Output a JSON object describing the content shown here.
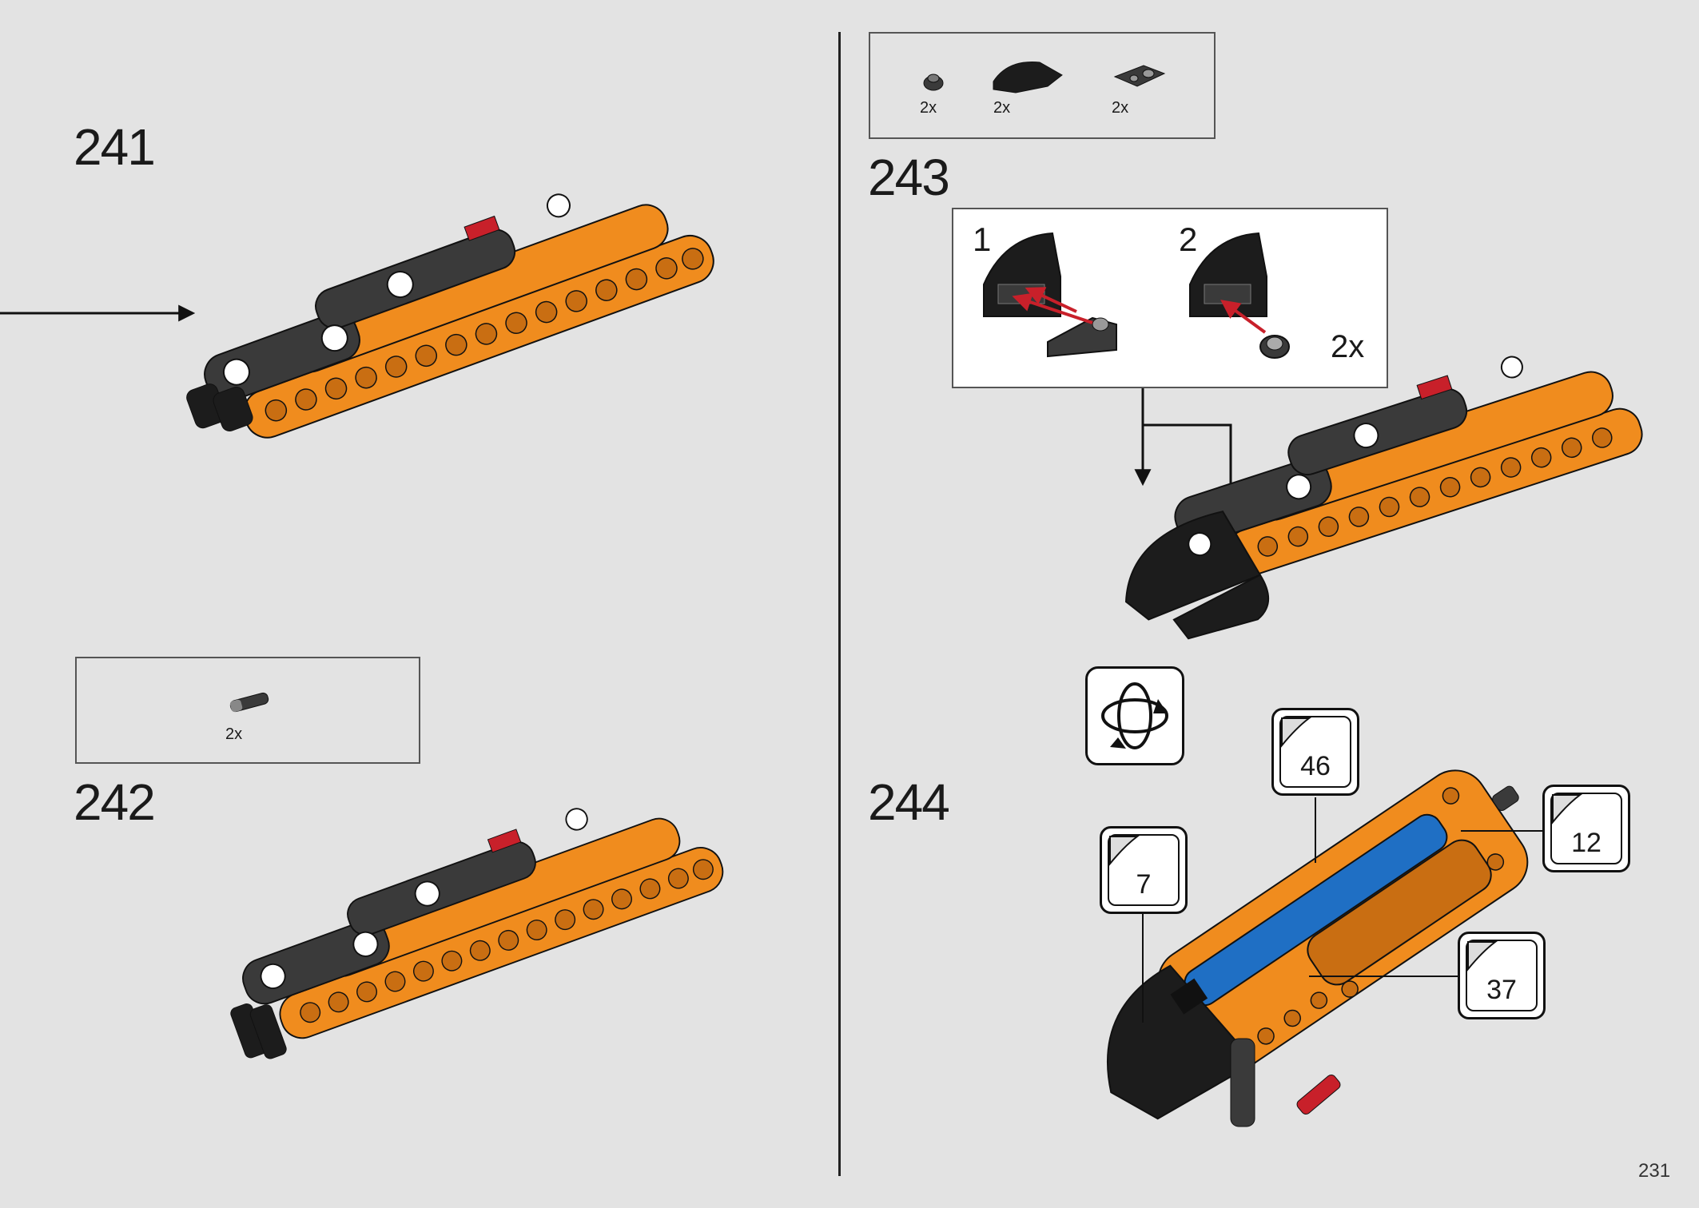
{
  "page": {
    "number": "231"
  },
  "steps": {
    "s241": {
      "number": "241"
    },
    "s242": {
      "number": "242",
      "parts": [
        {
          "qty": "2x",
          "icon": "axle-pin-icon"
        }
      ]
    },
    "s243": {
      "number": "243",
      "parts": [
        {
          "qty": "2x",
          "icon": "round-plate-icon"
        },
        {
          "qty": "2x",
          "icon": "curved-slope-icon"
        },
        {
          "qty": "2x",
          "icon": "bracket-plate-icon"
        }
      ],
      "substeps": [
        {
          "label": "1"
        },
        {
          "label": "2"
        }
      ],
      "multiplier": "2x"
    },
    "s244": {
      "number": "244",
      "rotate_icon": "rotate-model-icon",
      "stickers": [
        {
          "id": "46"
        },
        {
          "id": "12"
        },
        {
          "id": "7"
        },
        {
          "id": "37"
        }
      ]
    }
  },
  "colors": {
    "orange": "#f08c1e",
    "dark_orange": "#c96e12",
    "dark_gray": "#3a3a3a",
    "black": "#1c1c1c",
    "red": "#c8202a",
    "blue": "#1f6fc4",
    "background": "#e3e3e3"
  }
}
